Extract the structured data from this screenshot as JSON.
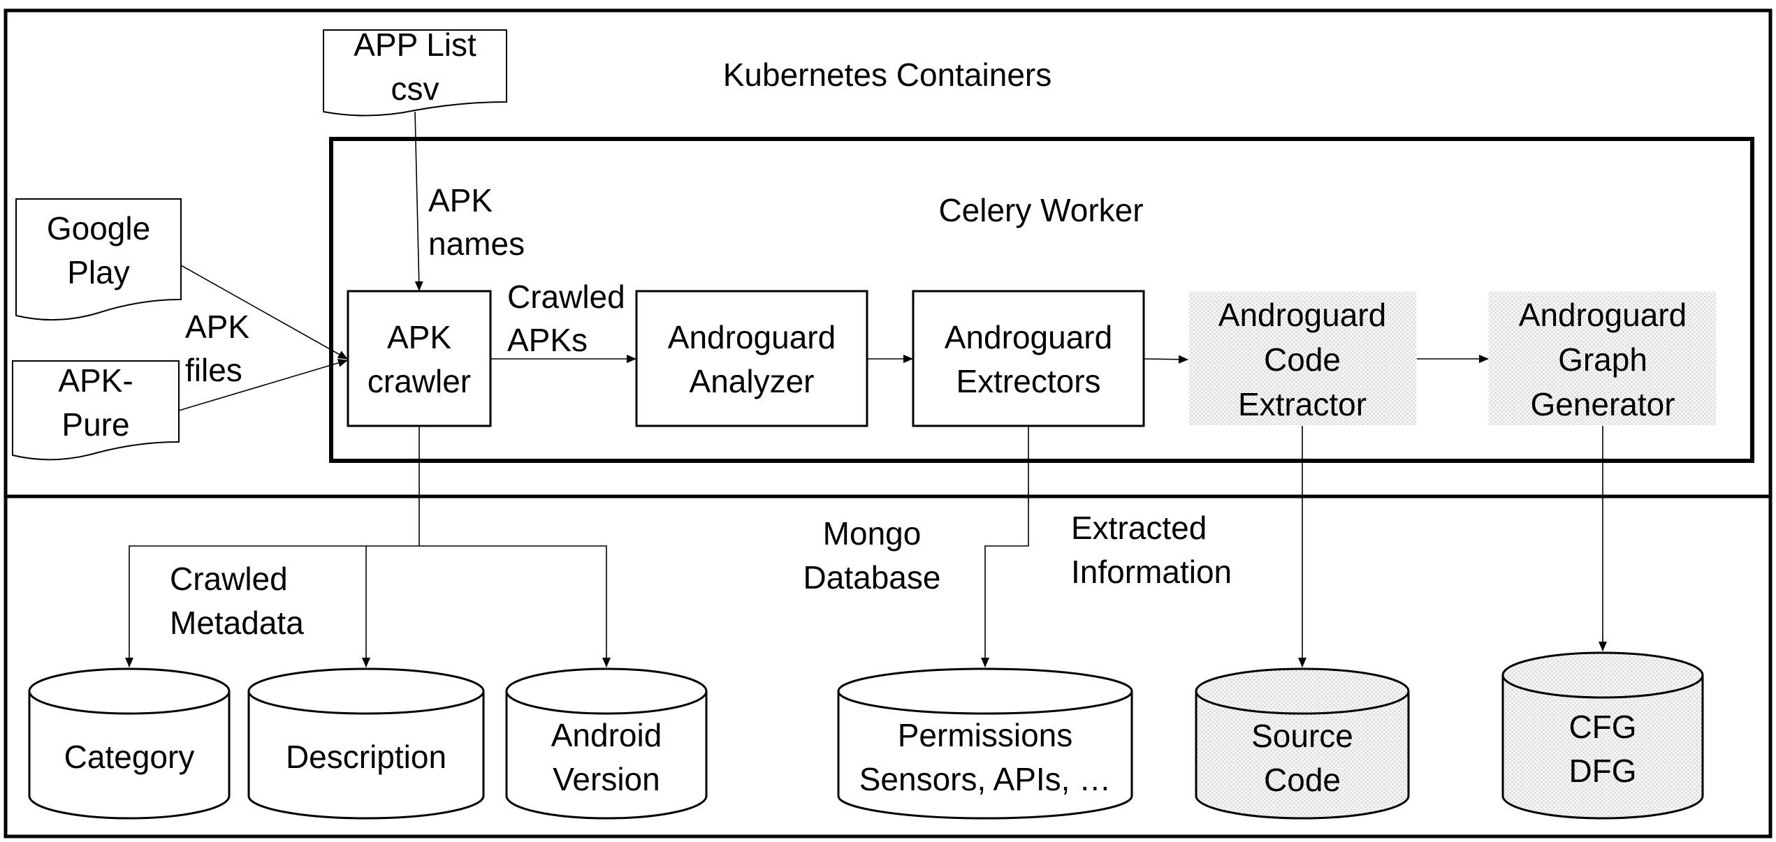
{
  "regions": {
    "kubernetes": "Kubernetes Containers",
    "celery": "Celery Worker",
    "mongo_line1": "Mongo",
    "mongo_line2": "Database"
  },
  "documents": {
    "app_list": [
      "APP List",
      "csv"
    ],
    "google_play": [
      "Google",
      "Play"
    ],
    "apk_pure": [
      "APK-",
      "Pure"
    ]
  },
  "processes": {
    "apk_crawler": [
      "APK",
      "crawler"
    ],
    "analyzer": [
      "Androguard",
      "Analyzer"
    ],
    "extractors": [
      "Androguard",
      "Extrectors"
    ],
    "code_extractor": [
      "Androguard",
      "Code",
      "Extractor"
    ],
    "graph_generator": [
      "Androguard",
      "Graph",
      "Generator"
    ]
  },
  "edge_labels": {
    "apk_names": [
      "APK",
      "names"
    ],
    "apk_files": [
      "APK",
      "files"
    ],
    "crawled_apks": [
      "Crawled",
      "APKs"
    ],
    "crawled_metadata": [
      "Crawled",
      "Metadata"
    ],
    "extracted_information": [
      "Extracted",
      "Information"
    ]
  },
  "databases": {
    "category": [
      "Category"
    ],
    "description": [
      "Description"
    ],
    "android_version": [
      "Android",
      "Version"
    ],
    "permissions": [
      "Permissions",
      "Sensors, APIs, …"
    ],
    "source_code": [
      "Source",
      "Code"
    ],
    "cfg_dfg": [
      "CFG",
      "DFG"
    ]
  },
  "colors": {
    "stroke": "#000000",
    "shaded_fill": "#e8e8e8"
  }
}
